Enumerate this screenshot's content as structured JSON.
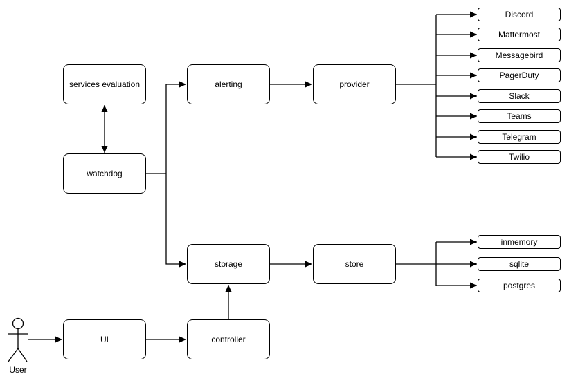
{
  "diagram": {
    "background_color": "#ffffff",
    "stroke_color": "#000000",
    "text_color": "#000000",
    "node_fill_color": "#ffffff",
    "actor": {
      "label": "User"
    },
    "nodes": {
      "services_evaluation": {
        "label": "services evaluation"
      },
      "watchdog": {
        "label": "watchdog"
      },
      "alerting": {
        "label": "alerting"
      },
      "provider": {
        "label": "provider"
      },
      "storage": {
        "label": "storage"
      },
      "store": {
        "label": "store"
      },
      "ui": {
        "label": "UI"
      },
      "controller": {
        "label": "controller"
      }
    },
    "provider_targets": [
      "Discord",
      "Mattermost",
      "Messagebird",
      "PagerDuty",
      "Slack",
      "Teams",
      "Telegram",
      "Twilio"
    ],
    "store_targets": [
      "inmemory",
      "sqlite",
      "postgres"
    ],
    "edges": [
      {
        "from": "services evaluation",
        "to": "watchdog",
        "direction": "both"
      },
      {
        "from": "watchdog",
        "to": "alerting",
        "direction": "forward"
      },
      {
        "from": "watchdog",
        "to": "storage",
        "direction": "forward"
      },
      {
        "from": "alerting",
        "to": "provider",
        "direction": "forward"
      },
      {
        "from": "provider",
        "to": "Discord",
        "direction": "forward"
      },
      {
        "from": "provider",
        "to": "Mattermost",
        "direction": "forward"
      },
      {
        "from": "provider",
        "to": "Messagebird",
        "direction": "forward"
      },
      {
        "from": "provider",
        "to": "PagerDuty",
        "direction": "forward"
      },
      {
        "from": "provider",
        "to": "Slack",
        "direction": "forward"
      },
      {
        "from": "provider",
        "to": "Teams",
        "direction": "forward"
      },
      {
        "from": "provider",
        "to": "Telegram",
        "direction": "forward"
      },
      {
        "from": "provider",
        "to": "Twilio",
        "direction": "forward"
      },
      {
        "from": "storage",
        "to": "store",
        "direction": "forward"
      },
      {
        "from": "store",
        "to": "inmemory",
        "direction": "forward"
      },
      {
        "from": "store",
        "to": "sqlite",
        "direction": "forward"
      },
      {
        "from": "store",
        "to": "postgres",
        "direction": "forward"
      },
      {
        "from": "User",
        "to": "UI",
        "direction": "forward"
      },
      {
        "from": "UI",
        "to": "controller",
        "direction": "forward"
      },
      {
        "from": "controller",
        "to": "storage",
        "direction": "forward"
      }
    ]
  }
}
